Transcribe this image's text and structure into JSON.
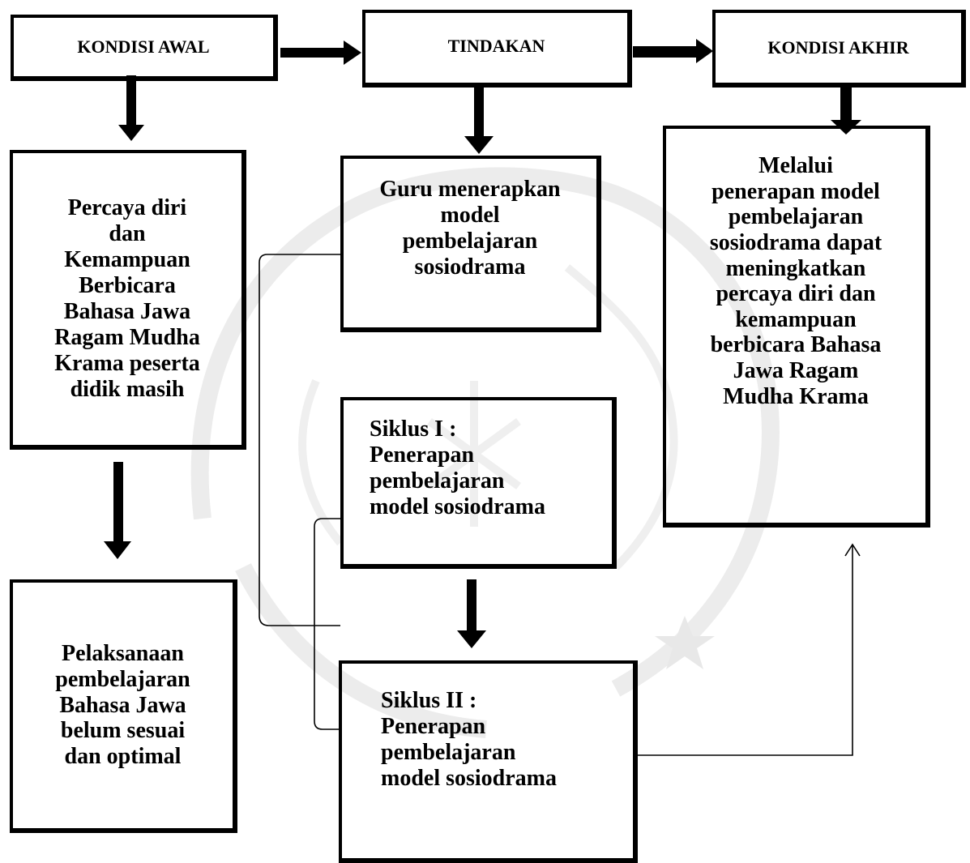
{
  "diagram": {
    "headers": {
      "kondisi_awal": "KONDISI AWAL",
      "tindakan": "TINDAKAN",
      "kondisi_akhir": "KONDISI AKHIR"
    },
    "awal_problem": "Percaya diri dan Kemampuan Berbicara Bahasa Jawa Ragam Mudha Krama peserta didik masih",
    "awal_problem_lines": [
      "Percaya diri",
      "dan",
      "Kemampuan",
      "Berbicara",
      "Bahasa Jawa",
      "Ragam Mudha",
      "Krama peserta",
      "didik masih"
    ],
    "awal_pelaksanaan_lines": [
      "Pelaksanaan",
      "pembelajaran",
      "Bahasa Jawa",
      "belum sesuai",
      "dan optimal"
    ],
    "tindakan_guru_lines": [
      "Guru menerapkan",
      "model",
      "pembelajaran",
      "sosiodrama"
    ],
    "siklus1_lines": [
      "Siklus I :",
      "Penerapan",
      "pembelajaran",
      "model sosiodrama"
    ],
    "siklus2_lines": [
      "Siklus II :",
      "Penerapan",
      "pembelajaran",
      "model sosiodrama"
    ],
    "akhir_lines": [
      "Melalui",
      "penerapan model",
      "pembelajaran",
      "sosiodrama dapat",
      "meningkatkan",
      "percaya diri dan",
      "kemampuan",
      "berbicara Bahasa",
      "Jawa Ragam",
      "Mudha Krama"
    ]
  }
}
